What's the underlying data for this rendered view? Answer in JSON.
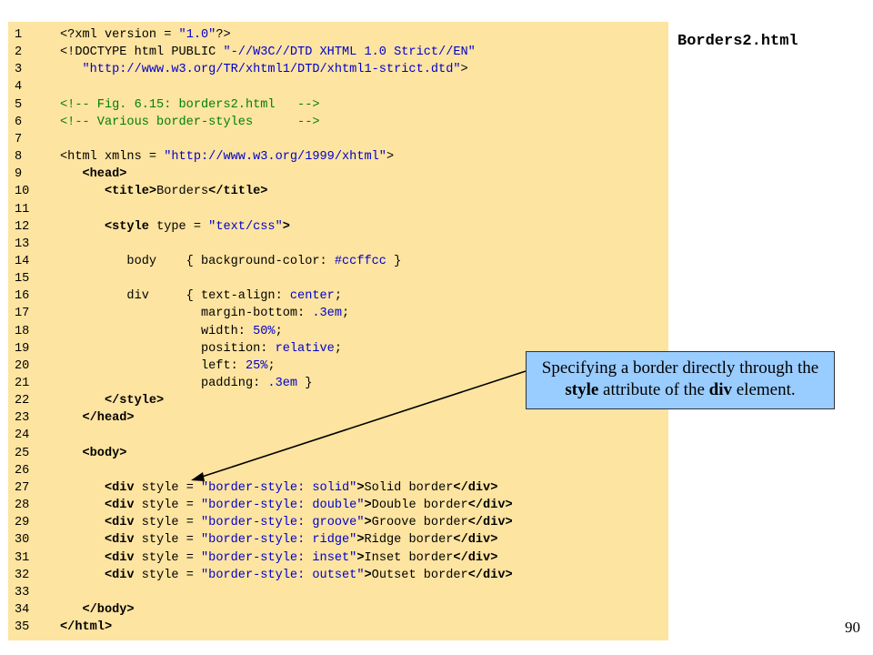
{
  "file_title": "Borders2.html",
  "page_number": "90",
  "callout": {
    "part1": "Specifying a border directly through the ",
    "bold1": "style",
    "part2": " attribute of the ",
    "bold2": "div",
    "part3": " element."
  },
  "code_lines": [
    [
      [
        "t-plain",
        "<?xml version = "
      ],
      [
        "t-str",
        "\"1.0\""
      ],
      [
        "t-plain",
        "?>"
      ]
    ],
    [
      [
        "t-plain",
        "<!DOCTYPE html PUBLIC "
      ],
      [
        "t-str",
        "\"-//W3C//DTD XHTML 1.0 Strict//EN\""
      ]
    ],
    [
      [
        "t-str",
        "   \"http://www.w3.org/TR/xhtml1/DTD/xhtml1-strict.dtd\""
      ],
      [
        "t-plain",
        ">"
      ]
    ],
    [],
    [
      [
        "t-cmt",
        "<!-- Fig. 6.15: borders2.html   -->"
      ]
    ],
    [
      [
        "t-cmt",
        "<!-- Various border-styles      -->"
      ]
    ],
    [],
    [
      [
        "t-plain",
        "<html xmlns = "
      ],
      [
        "t-str",
        "\"http://www.w3.org/1999/xhtml\""
      ],
      [
        "t-plain",
        ">"
      ]
    ],
    [
      [
        "t-plain",
        "   "
      ],
      [
        "t-tag",
        "<head>"
      ]
    ],
    [
      [
        "t-plain",
        "      "
      ],
      [
        "t-tag",
        "<title>"
      ],
      [
        "t-plain",
        "Borders"
      ],
      [
        "t-tag",
        "</title>"
      ]
    ],
    [],
    [
      [
        "t-plain",
        "      "
      ],
      [
        "t-tag",
        "<style"
      ],
      [
        "t-plain",
        " type = "
      ],
      [
        "t-str",
        "\"text/css\""
      ],
      [
        "t-tag",
        ">"
      ]
    ],
    [],
    [
      [
        "t-plain",
        "         body    { background-color: "
      ],
      [
        "t-str",
        "#ccffcc"
      ],
      [
        "t-plain",
        " }"
      ]
    ],
    [],
    [
      [
        "t-plain",
        "         div     { text-align: "
      ],
      [
        "t-str",
        "center"
      ],
      [
        "t-plain",
        ";"
      ]
    ],
    [
      [
        "t-plain",
        "                   margin-bottom: "
      ],
      [
        "t-str",
        ".3em"
      ],
      [
        "t-plain",
        ";"
      ]
    ],
    [
      [
        "t-plain",
        "                   width: "
      ],
      [
        "t-str",
        "50%"
      ],
      [
        "t-plain",
        ";"
      ]
    ],
    [
      [
        "t-plain",
        "                   position: "
      ],
      [
        "t-str",
        "relative"
      ],
      [
        "t-plain",
        ";"
      ]
    ],
    [
      [
        "t-plain",
        "                   left: "
      ],
      [
        "t-str",
        "25%"
      ],
      [
        "t-plain",
        ";"
      ]
    ],
    [
      [
        "t-plain",
        "                   padding: "
      ],
      [
        "t-str",
        ".3em"
      ],
      [
        "t-plain",
        " }"
      ]
    ],
    [
      [
        "t-plain",
        "      "
      ],
      [
        "t-tag",
        "</style>"
      ]
    ],
    [
      [
        "t-plain",
        "   "
      ],
      [
        "t-tag",
        "</head>"
      ]
    ],
    [],
    [
      [
        "t-plain",
        "   "
      ],
      [
        "t-tag",
        "<body>"
      ]
    ],
    [],
    [
      [
        "t-plain",
        "      "
      ],
      [
        "t-tag",
        "<div"
      ],
      [
        "t-plain",
        " style = "
      ],
      [
        "t-str",
        "\"border-style: solid\""
      ],
      [
        "t-tag",
        ">"
      ],
      [
        "t-plain",
        "Solid border"
      ],
      [
        "t-tag",
        "</div>"
      ]
    ],
    [
      [
        "t-plain",
        "      "
      ],
      [
        "t-tag",
        "<div"
      ],
      [
        "t-plain",
        " style = "
      ],
      [
        "t-str",
        "\"border-style: double\""
      ],
      [
        "t-tag",
        ">"
      ],
      [
        "t-plain",
        "Double border"
      ],
      [
        "t-tag",
        "</div>"
      ]
    ],
    [
      [
        "t-plain",
        "      "
      ],
      [
        "t-tag",
        "<div"
      ],
      [
        "t-plain",
        " style = "
      ],
      [
        "t-str",
        "\"border-style: groove\""
      ],
      [
        "t-tag",
        ">"
      ],
      [
        "t-plain",
        "Groove border"
      ],
      [
        "t-tag",
        "</div>"
      ]
    ],
    [
      [
        "t-plain",
        "      "
      ],
      [
        "t-tag",
        "<div"
      ],
      [
        "t-plain",
        " style = "
      ],
      [
        "t-str",
        "\"border-style: ridge\""
      ],
      [
        "t-tag",
        ">"
      ],
      [
        "t-plain",
        "Ridge border"
      ],
      [
        "t-tag",
        "</div>"
      ]
    ],
    [
      [
        "t-plain",
        "      "
      ],
      [
        "t-tag",
        "<div"
      ],
      [
        "t-plain",
        " style = "
      ],
      [
        "t-str",
        "\"border-style: inset\""
      ],
      [
        "t-tag",
        ">"
      ],
      [
        "t-plain",
        "Inset border"
      ],
      [
        "t-tag",
        "</div>"
      ]
    ],
    [
      [
        "t-plain",
        "      "
      ],
      [
        "t-tag",
        "<div"
      ],
      [
        "t-plain",
        " style = "
      ],
      [
        "t-str",
        "\"border-style: outset\""
      ],
      [
        "t-tag",
        ">"
      ],
      [
        "t-plain",
        "Outset border"
      ],
      [
        "t-tag",
        "</div>"
      ]
    ],
    [],
    [
      [
        "t-plain",
        "   "
      ],
      [
        "t-tag",
        "</body>"
      ]
    ],
    [
      [
        "t-tag",
        "</html>"
      ]
    ]
  ]
}
